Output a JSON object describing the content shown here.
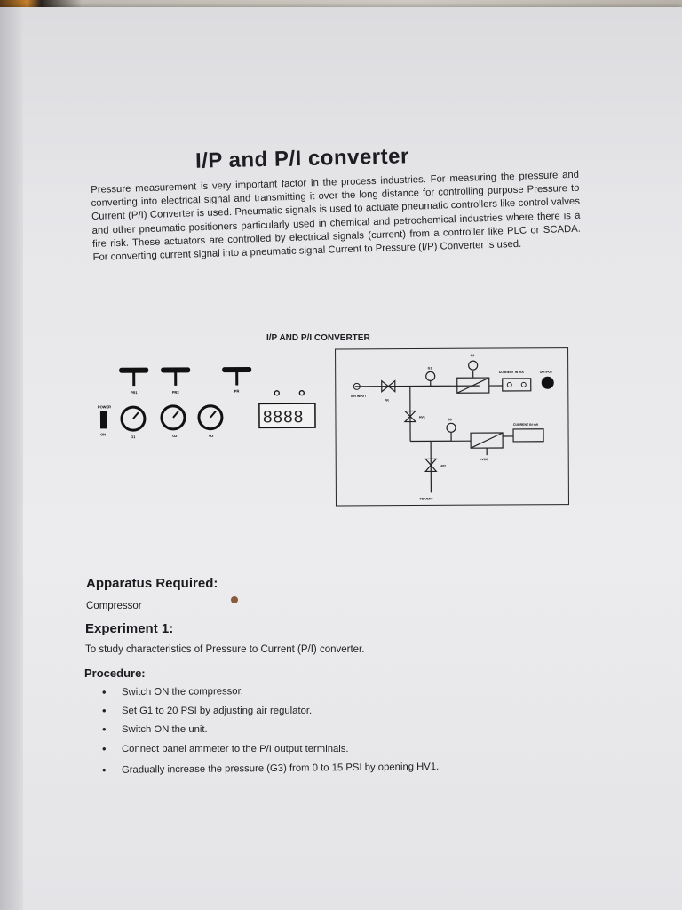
{
  "document": {
    "title": "I/P and P/I converter",
    "intro": "Pressure measurement is very important factor in the process industries. For measuring the pressure and converting into electrical signal and transmitting it over the long distance for controlling purpose Pressure to Current (P/I) Converter is used. Pneumatic signals is used to actuate pneumatic controllers like control valves and other pneumatic positioners particularly used in chemical and petrochemical industries where there is a fire risk. These actuators are controlled by electrical signals (current) from a controller like PLC or SCADA. For converting current signal into a pneumatic signal Current to Pressure (I/P) Converter is used.",
    "diagram": {
      "title": "I/P AND P/I CONVERTER",
      "display_reading": "8888",
      "panel_labels": [
        "PR1",
        "PR2",
        "PR",
        "POWER",
        "ON",
        "G1",
        "G2",
        "G3"
      ],
      "schematic_labels": [
        "AIR INPUT",
        "G1",
        "G2",
        "G3",
        "PR",
        "HV1",
        "HV2",
        "CURRENT IN mA",
        "OUTPUT",
        "CURRENT IN mA",
        "+VCC",
        "TO VENT"
      ]
    },
    "apparatus": {
      "heading": "Apparatus Required:",
      "item": "Compressor"
    },
    "experiment": {
      "heading": "Experiment 1:",
      "aim": "To study characteristics of Pressure to Current (P/I) converter."
    },
    "procedure": {
      "heading": "Procedure:",
      "steps": [
        "Switch ON the compressor.",
        "Set G1 to 20 PSI by adjusting air regulator.",
        "Switch ON the unit.",
        "Connect panel ammeter to the P/I output terminals.",
        "Gradually increase the pressure (G3) from 0 to 15 PSI by opening HV1."
      ]
    }
  }
}
